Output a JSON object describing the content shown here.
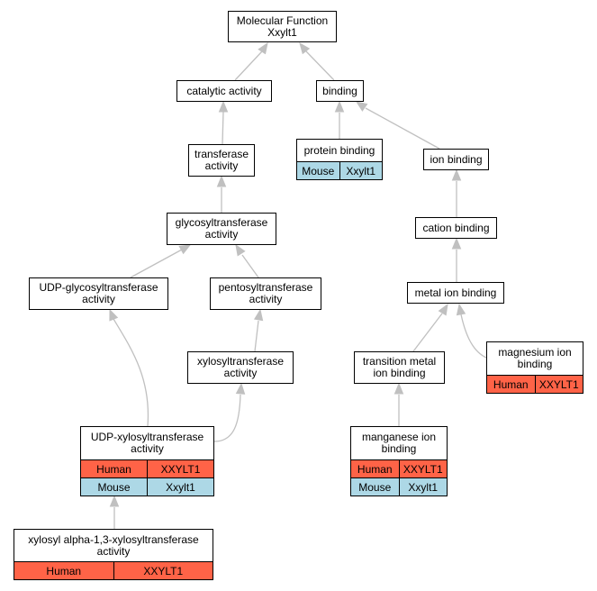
{
  "colors": {
    "human": "#ff6347",
    "mouse": "#add8e6",
    "edge": "#c0c0c0"
  },
  "nodes": {
    "mf": {
      "lines": [
        "Molecular Function",
        "Xxylt1"
      ],
      "rows": []
    },
    "catalytic": {
      "lines": [
        "catalytic activity"
      ],
      "rows": []
    },
    "binding": {
      "lines": [
        "binding"
      ],
      "rows": []
    },
    "transferase": {
      "lines": [
        "transferase",
        "activity"
      ],
      "rows": []
    },
    "protein_binding": {
      "lines": [
        "protein binding"
      ],
      "rows": [
        [
          "Mouse",
          "Xxylt1"
        ]
      ]
    },
    "ion_binding": {
      "lines": [
        "ion binding"
      ],
      "rows": []
    },
    "glycosyltransferase": {
      "lines": [
        "glycosyltransferase",
        "activity"
      ],
      "rows": []
    },
    "cation_binding": {
      "lines": [
        "cation binding"
      ],
      "rows": []
    },
    "udp_glycosyl": {
      "lines": [
        "UDP-glycosyltransferase",
        "activity"
      ],
      "rows": []
    },
    "pentosyl": {
      "lines": [
        "pentosyltransferase",
        "activity"
      ],
      "rows": []
    },
    "metal_ion": {
      "lines": [
        "metal ion binding"
      ],
      "rows": []
    },
    "xylosyl": {
      "lines": [
        "xylosyltransferase",
        "activity"
      ],
      "rows": []
    },
    "transition_metal": {
      "lines": [
        "transition metal",
        "ion binding"
      ],
      "rows": []
    },
    "magnesium": {
      "lines": [
        "magnesium ion",
        "binding"
      ],
      "rows": [
        [
          "Human",
          "XXYLT1"
        ]
      ]
    },
    "udp_xylosyl": {
      "lines": [
        "UDP-xylosyltransferase",
        "activity"
      ],
      "rows": [
        [
          "Human",
          "XXYLT1"
        ],
        [
          "Mouse",
          "Xxylt1"
        ]
      ]
    },
    "manganese": {
      "lines": [
        "manganese ion",
        "binding"
      ],
      "rows": [
        [
          "Human",
          "XXYLT1"
        ],
        [
          "Mouse",
          "Xxylt1"
        ]
      ]
    },
    "xylosyl_alpha": {
      "lines": [
        "xylosyl alpha-1,3-xylosyltransferase",
        "activity"
      ],
      "rows": [
        [
          "Human",
          "XXYLT1"
        ]
      ]
    }
  }
}
